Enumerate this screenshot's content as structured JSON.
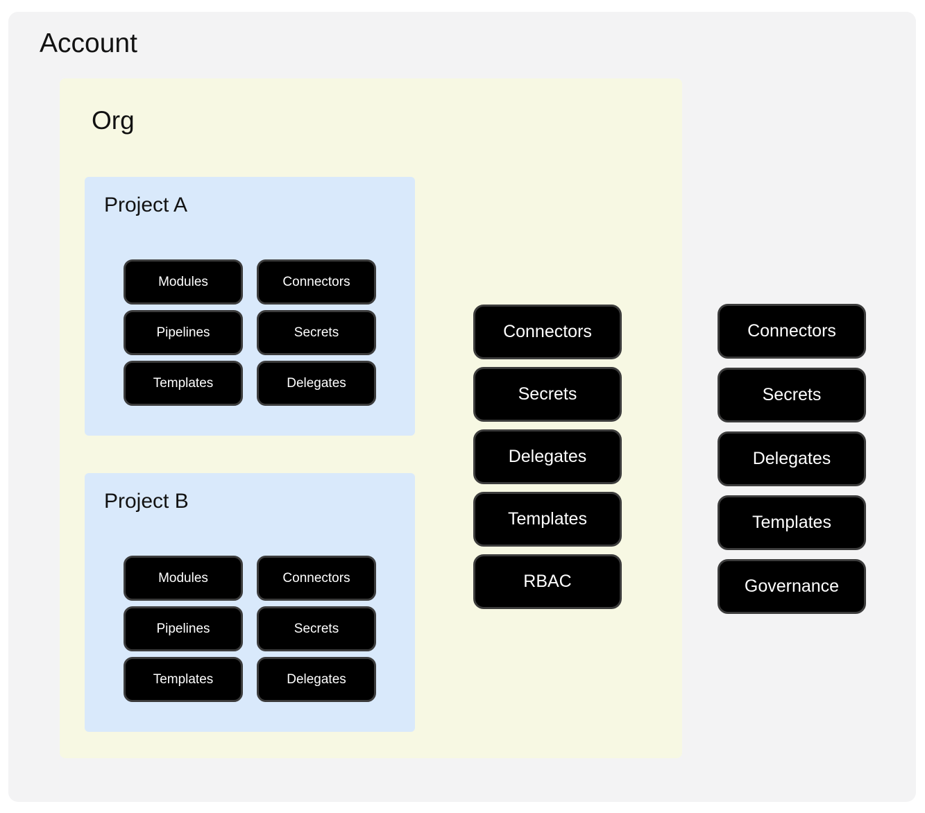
{
  "account": {
    "label": "Account",
    "resources": [
      "Connectors",
      "Secrets",
      "Delegates",
      "Templates",
      "Governance"
    ],
    "org": {
      "label": "Org",
      "resources": [
        "Connectors",
        "Secrets",
        "Delegates",
        "Templates",
        "RBAC"
      ],
      "projects": [
        {
          "label": "Project A",
          "buttons": [
            "Modules",
            "Connectors",
            "Pipelines",
            "Secrets",
            "Templates",
            "Delegates"
          ]
        },
        {
          "label": "Project B",
          "buttons": [
            "Modules",
            "Connectors",
            "Pipelines",
            "Secrets",
            "Templates",
            "Delegates"
          ]
        }
      ]
    }
  },
  "colors": {
    "page_bg": "#ffffff",
    "account_bg": "#f3f3f4",
    "org_bg": "#f7f8e3",
    "project_bg": "#d9e9fb",
    "pill_bg": "#000000",
    "pill_border": "#3c3c3c",
    "pill_text": "#ffffff",
    "title_text": "#121212"
  }
}
